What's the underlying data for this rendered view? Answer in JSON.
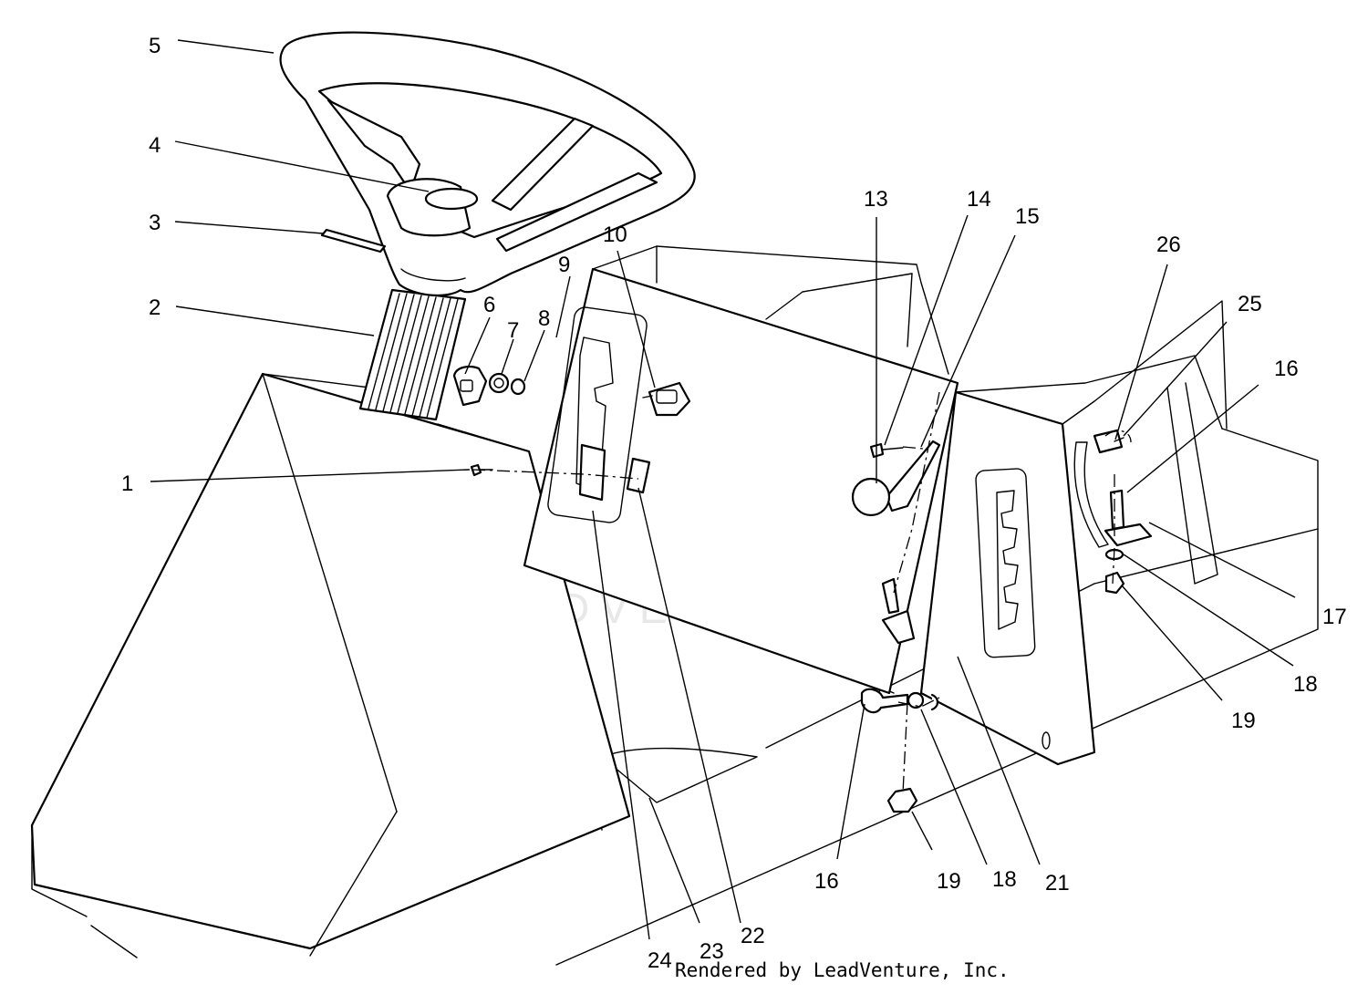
{
  "watermark": {
    "brand_text": "LEADVENTURE"
  },
  "footer": {
    "render_credit": "Rendered by LeadVenture, Inc."
  },
  "callouts": {
    "c1": "1",
    "c2": "2",
    "c3": "3",
    "c4": "4",
    "c5": "5",
    "c6": "6",
    "c7": "7",
    "c8": "8",
    "c9": "9",
    "c10": "10",
    "c13": "13",
    "c14": "14",
    "c15": "15",
    "c16a": "16",
    "c16b": "16",
    "c17": "17",
    "c18a": "18",
    "c18b": "18",
    "c19a": "19",
    "c19b": "19",
    "c21": "21",
    "c22": "22",
    "c23": "23",
    "c24": "24",
    "c25": "25",
    "c26": "26"
  },
  "colors": {
    "line": "#000000",
    "background": "#ffffff",
    "watermark": "#e8e8e8"
  }
}
